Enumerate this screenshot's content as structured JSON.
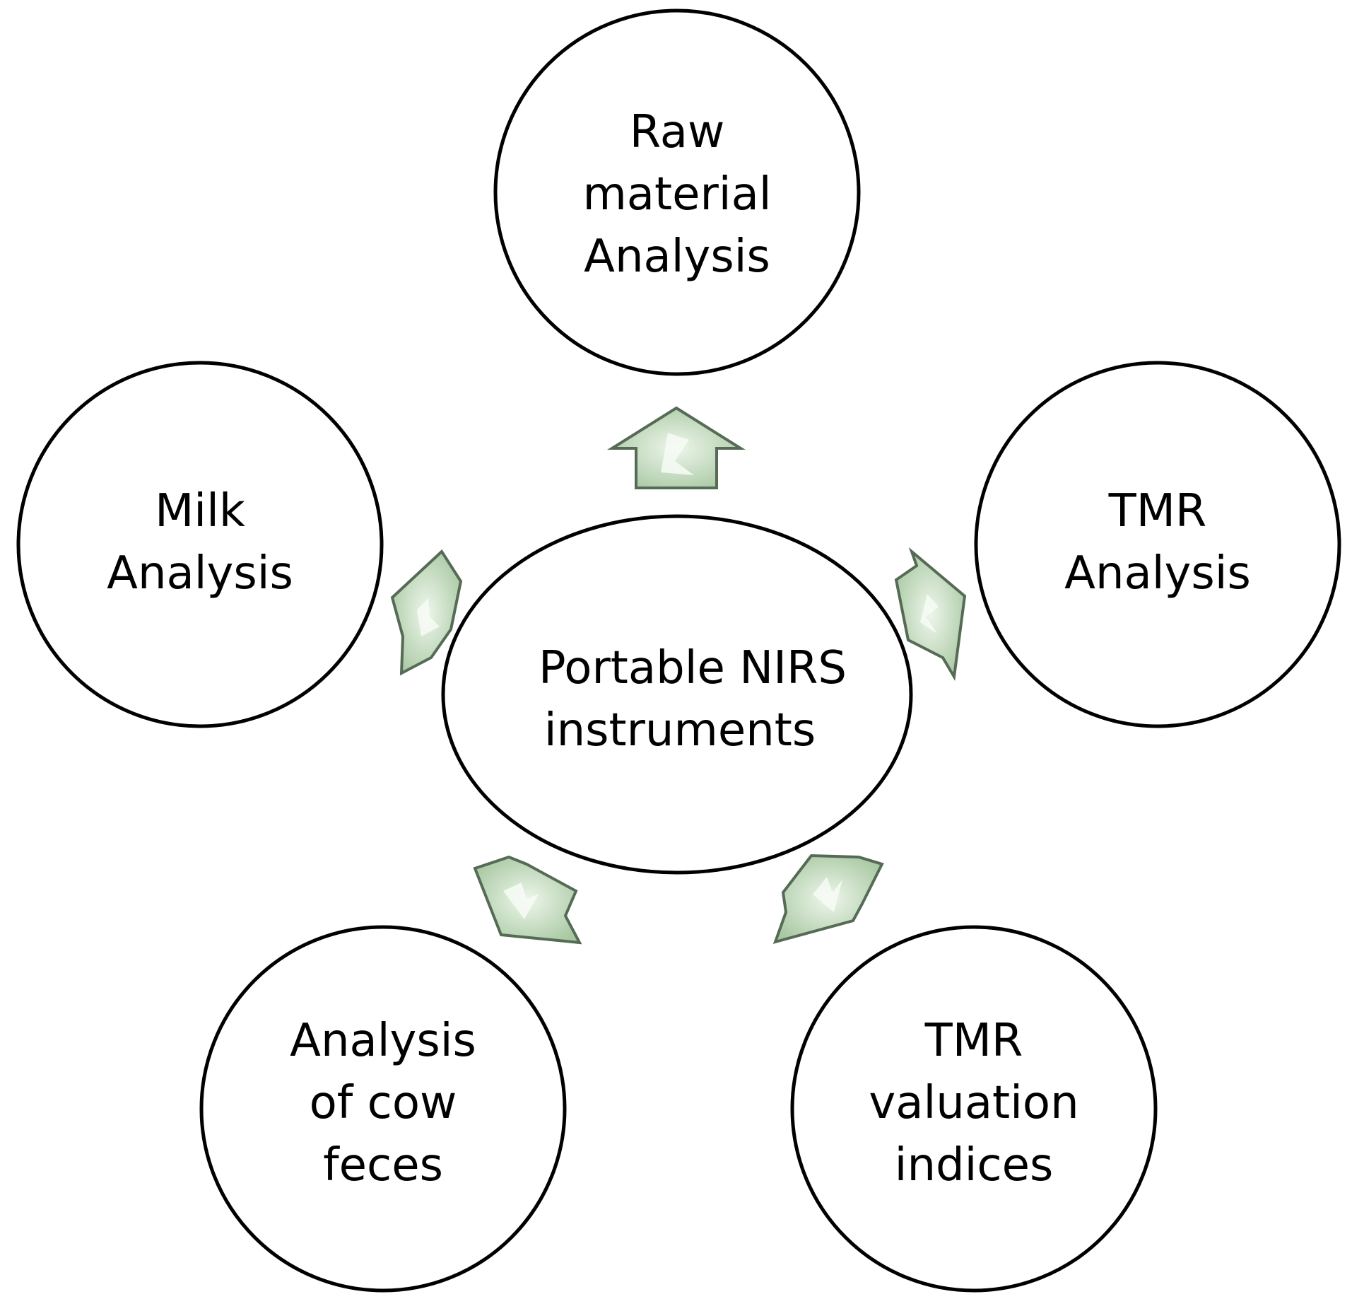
{
  "center": {
    "lines": [
      "Portable NIRS",
      "instruments"
    ]
  },
  "outer_nodes": [
    {
      "id": "raw-material",
      "lines": [
        "Raw",
        "material",
        "Analysis"
      ]
    },
    {
      "id": "tmr-analysis",
      "lines": [
        "TMR",
        "Analysis"
      ]
    },
    {
      "id": "tmr-valuation",
      "lines": [
        "TMR",
        "valuation",
        "indices"
      ]
    },
    {
      "id": "cow-feces",
      "lines": [
        "Analysis",
        "of cow",
        "feces"
      ]
    },
    {
      "id": "milk-analysis",
      "lines": [
        "Milk",
        "Analysis"
      ]
    }
  ],
  "colors": {
    "arrow_fill_light": "#e9f3e6",
    "arrow_fill_dark": "#a8c8a2",
    "arrow_stroke": "#556b55",
    "circle_stroke": "#000000"
  }
}
